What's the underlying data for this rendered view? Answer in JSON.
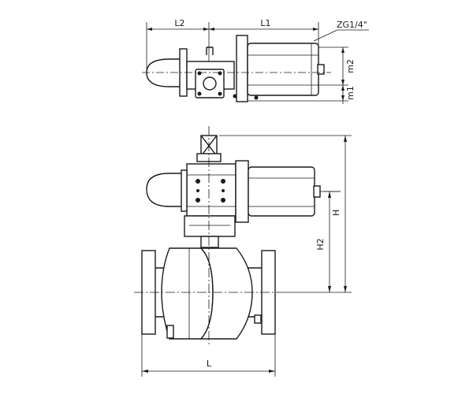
{
  "dimensions": {
    "l2": "L2",
    "l1": "L1",
    "port": "ZG1/4\"",
    "m2": "m2",
    "m1": "m1",
    "h": "H",
    "h2": "H2",
    "l": "L"
  }
}
